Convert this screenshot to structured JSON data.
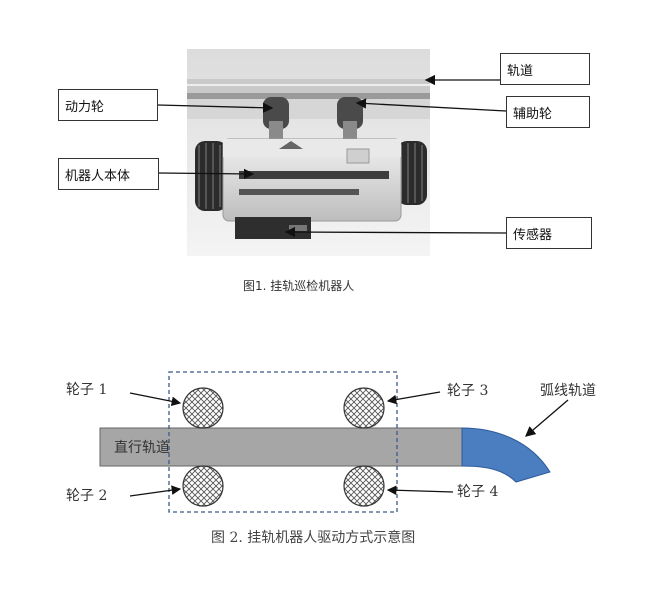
{
  "figure1": {
    "labels": {
      "track": "轨道",
      "drive_wheel": "动力轮",
      "aux_wheel": "辅助轮",
      "robot_body": "机器人本体",
      "sensor": "传感器"
    },
    "caption": "图1. 挂轨巡检机器人"
  },
  "figure2": {
    "straight_track": "直行轨道",
    "arc_track": "弧线轨道",
    "wheels": [
      "轮子 1",
      "轮子 2",
      "轮子 3",
      "轮子 4"
    ],
    "caption": "图 2.  挂轨机器人驱动方式示意图",
    "colors": {
      "straight_track": "#a6a6a6",
      "arc_track": "#4a7ec0",
      "frame": "#3a5a8a"
    }
  }
}
